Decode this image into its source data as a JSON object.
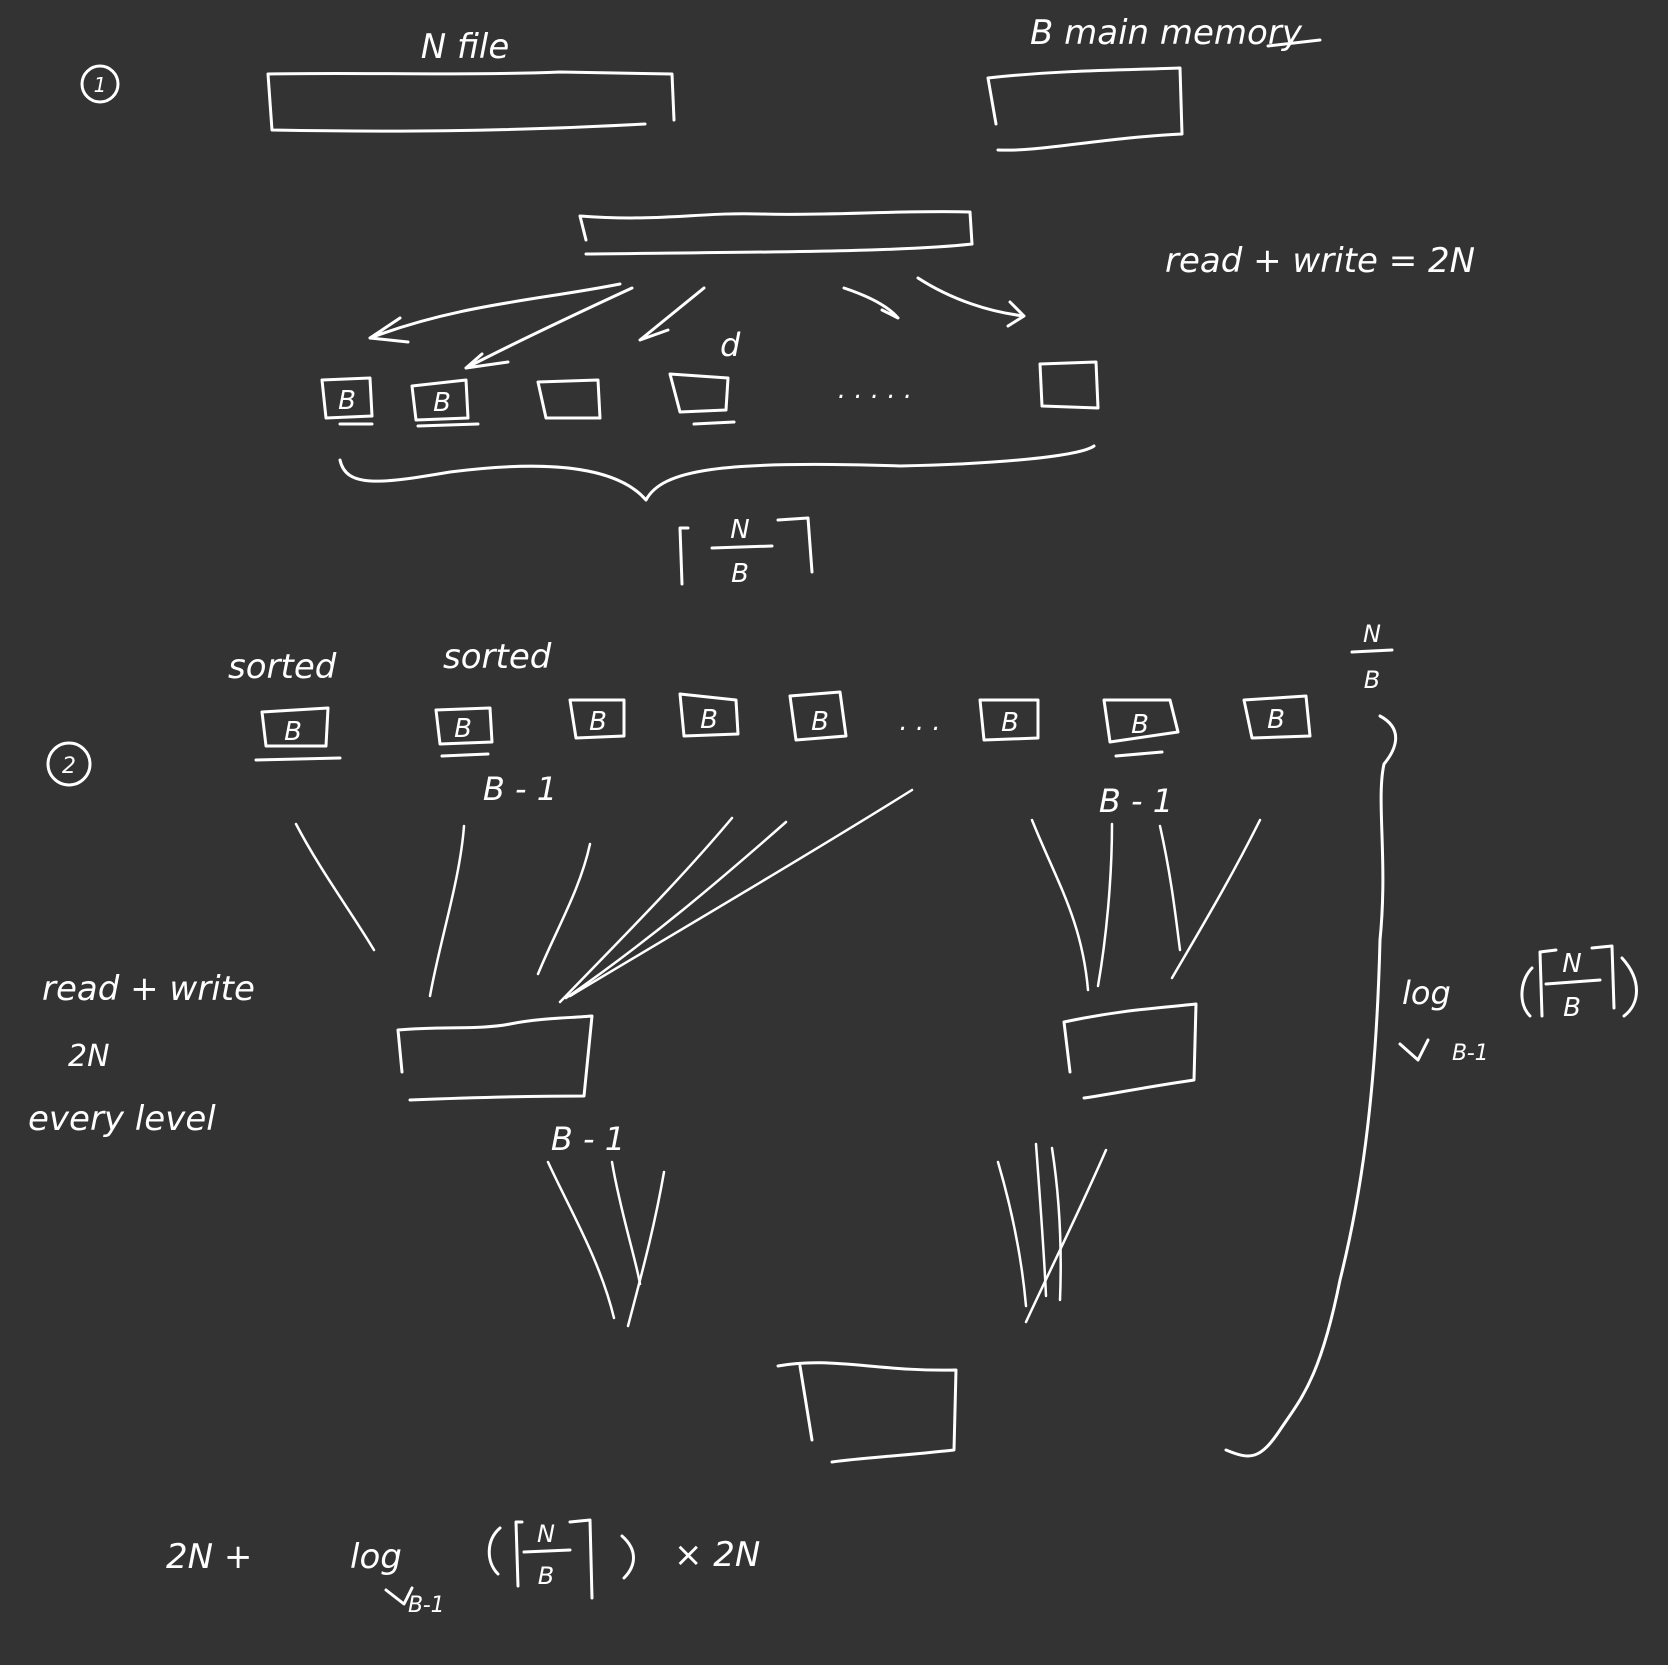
{
  "canvas": {
    "background": "#333333",
    "ink": "#ffffff"
  },
  "section1": {
    "number": "1",
    "file_label": "N file",
    "memory_label": "B main memory",
    "io_note": "read + write = 2N",
    "split_label": "d",
    "block_label": "B",
    "ellipsis": ". . . . .",
    "runs_numerator": "N",
    "runs_denominator": "B"
  },
  "section2": {
    "number": "2",
    "sorted_label_1": "sorted",
    "sorted_label_2": "sorted",
    "block_label": "B",
    "ellipsis": ". . .",
    "fanin_left": "B - 1",
    "fanin_right": "B - 1",
    "fanin_level2": "B - 1",
    "runs_numerator": "N",
    "runs_denominator": "B",
    "side_note_line1": "read + write",
    "side_note_line2": "2N",
    "side_note_line3": "every level",
    "levels_log": "log",
    "levels_base": "B-1",
    "levels_numerator": "N",
    "levels_denominator": "B"
  },
  "total_formula": {
    "prefix": "2N +",
    "log": "log",
    "base": "B-1",
    "numerator": "N",
    "denominator": "B",
    "suffix": "× 2N"
  }
}
